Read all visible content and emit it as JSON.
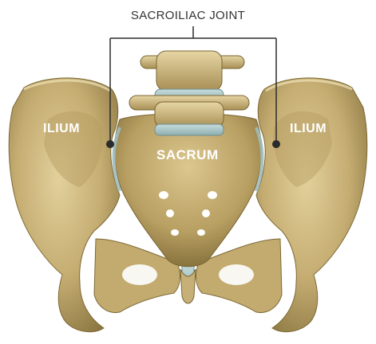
{
  "diagram": {
    "title": "SACROILIAC JOINT",
    "labels": {
      "ilium_left": "ILIUM",
      "ilium_right": "ILIUM",
      "sacrum": "SACRUM"
    }
  },
  "colors": {
    "bone": "#c9b27a",
    "bone_shadow": "#8f7a42",
    "bone_highlight": "#e6d6a4",
    "cartilage": "#a9c3c4",
    "leader_line": "#2b2b2b",
    "label_text": "#ffffff",
    "title_text": "#333333"
  }
}
